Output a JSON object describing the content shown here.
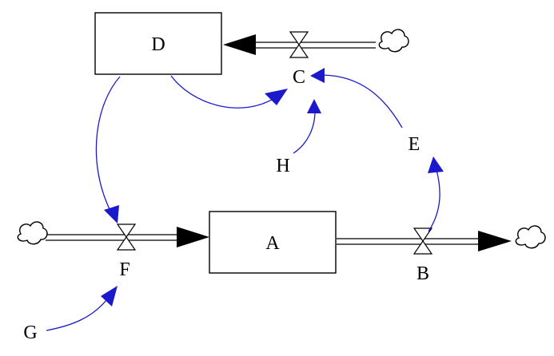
{
  "diagram": {
    "stocks": {
      "A": {
        "label": "A"
      },
      "D": {
        "label": "D"
      }
    },
    "flows": {
      "B": {
        "label": "B"
      },
      "C": {
        "label": "C"
      },
      "F": {
        "label": "F"
      }
    },
    "variables": {
      "E": {
        "label": "E"
      },
      "G": {
        "label": "G"
      },
      "H": {
        "label": "H"
      }
    },
    "flow_connections": [
      {
        "flow": "F",
        "from": "cloud",
        "to": "A"
      },
      {
        "flow": "B",
        "from": "A",
        "to": "cloud"
      },
      {
        "flow": "C",
        "from": "cloud",
        "to": "D"
      }
    ],
    "links": [
      {
        "from": "D",
        "to": "C"
      },
      {
        "from": "H",
        "to": "C"
      },
      {
        "from": "E",
        "to": "C"
      },
      {
        "from": "B",
        "to": "E"
      },
      {
        "from": "D",
        "to": "F"
      },
      {
        "from": "G",
        "to": "F"
      }
    ],
    "colors": {
      "link": "#1a1acc",
      "flow": "#000000",
      "background": "#ffffff"
    }
  }
}
